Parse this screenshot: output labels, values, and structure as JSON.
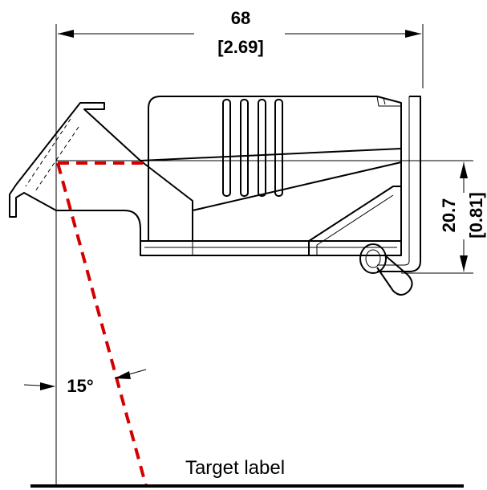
{
  "dimensions": {
    "width_mm": "68",
    "width_in": "[2.69]",
    "height_mm": "20.7",
    "height_in": "[0.81]",
    "angle": "15°"
  },
  "labels": {
    "target": "Target label"
  },
  "colors": {
    "scan_line": "#d40000",
    "line": "#000000"
  }
}
